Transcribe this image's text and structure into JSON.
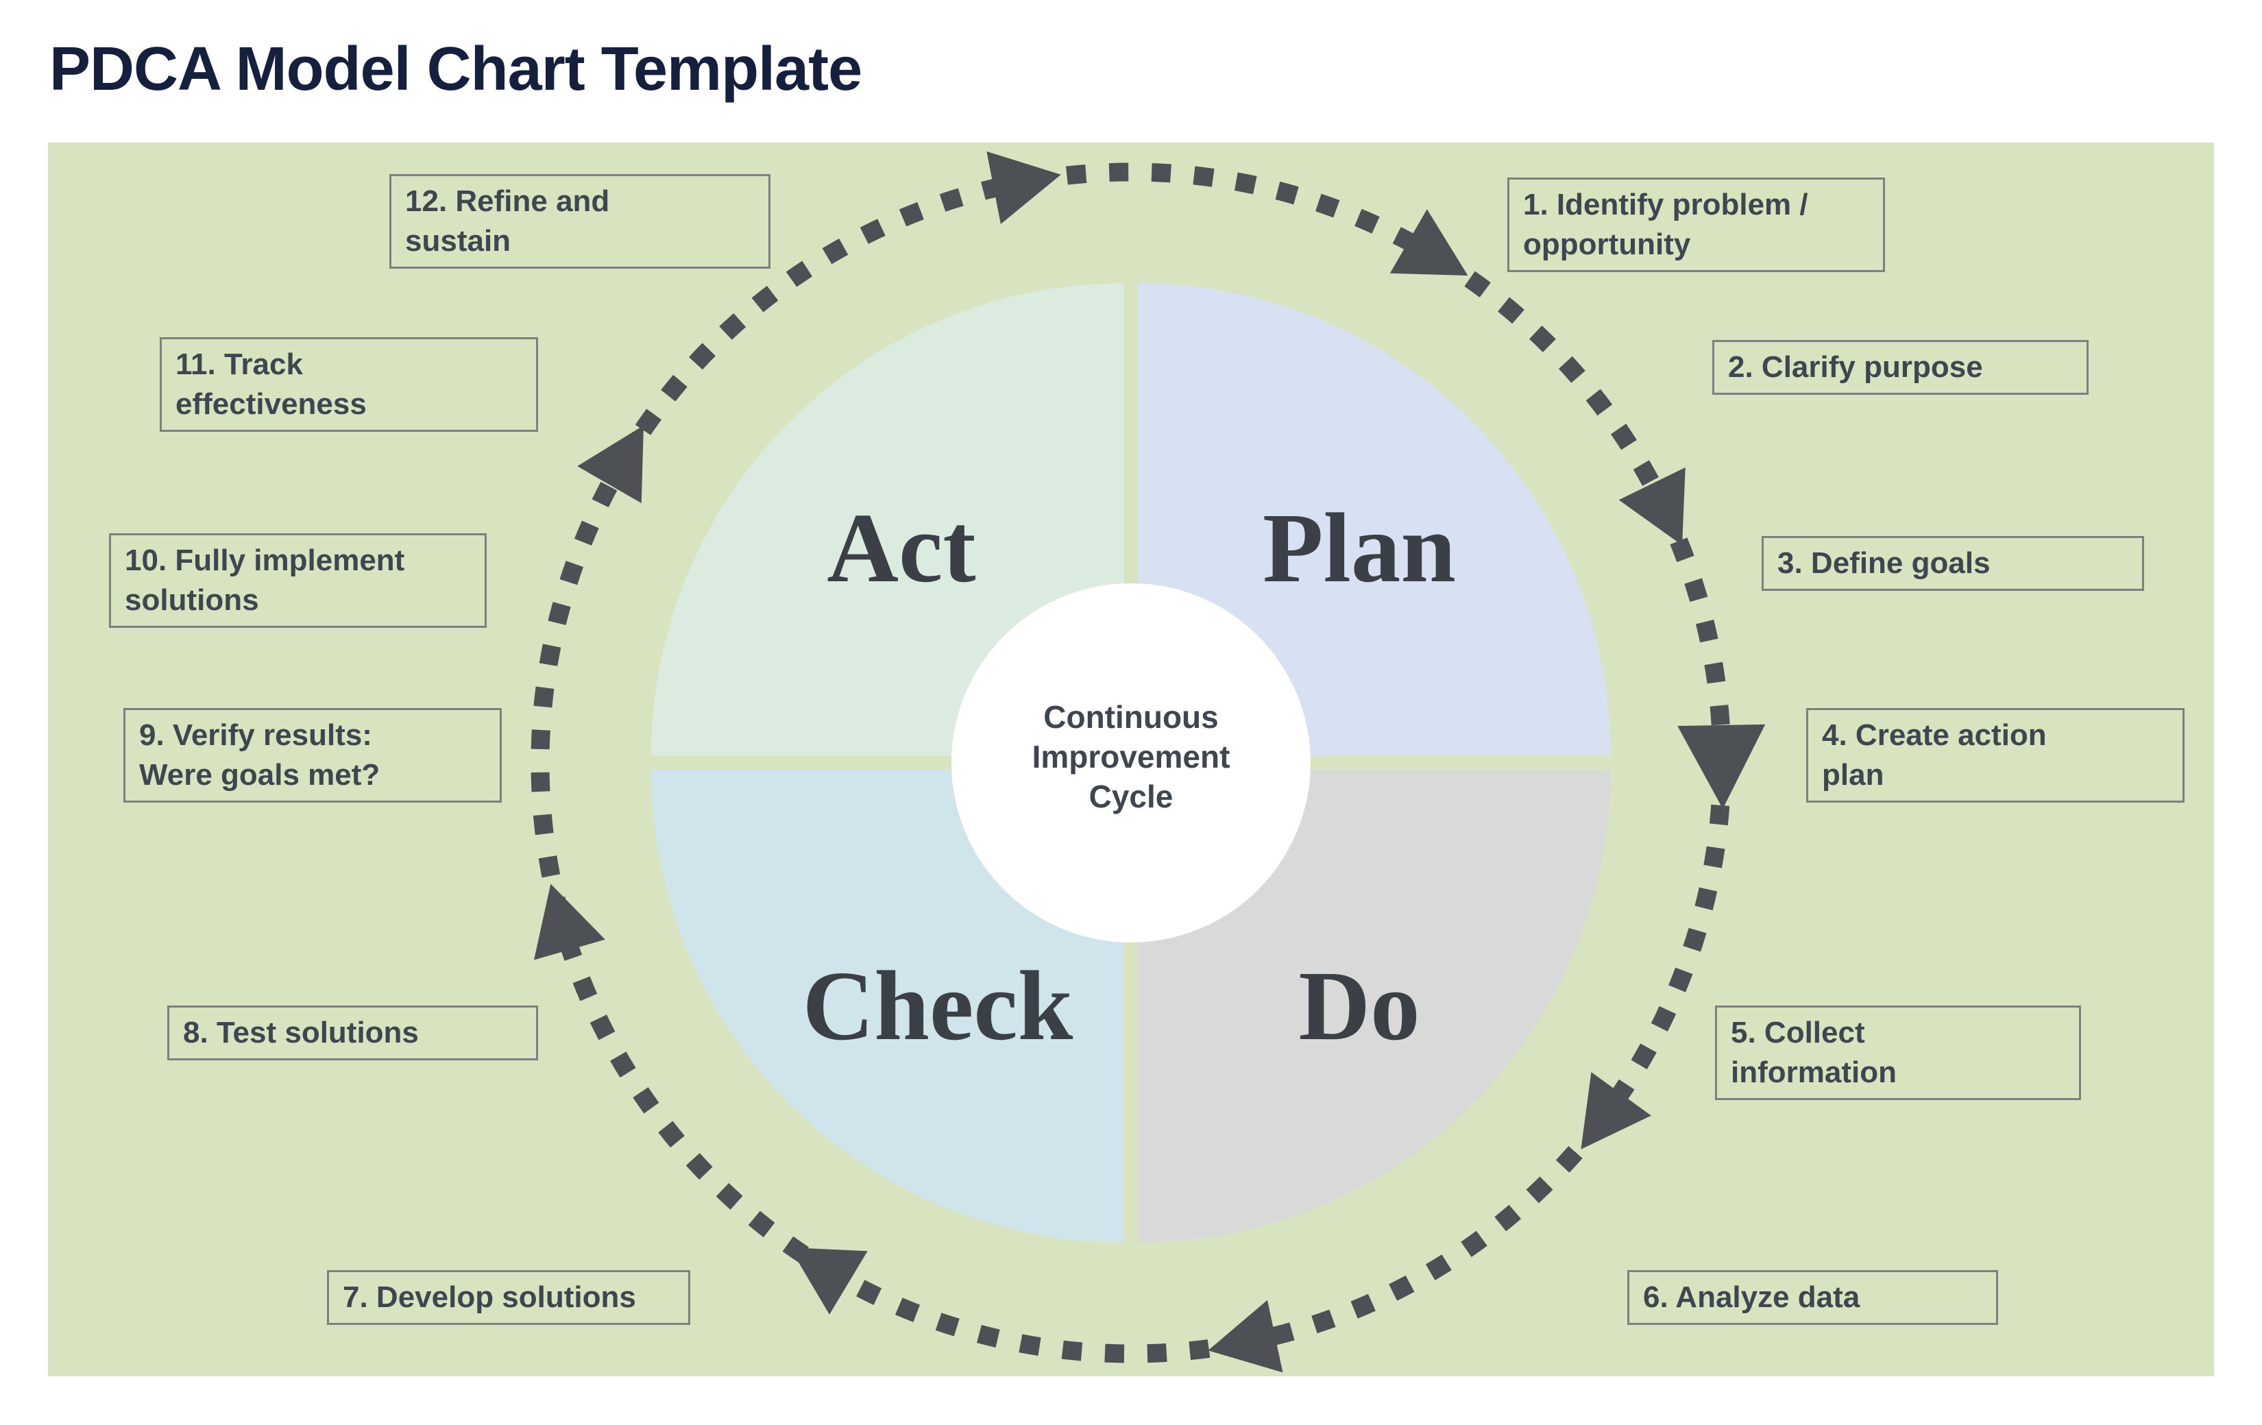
{
  "page": {
    "title": "PDCA Model Chart Template"
  },
  "cycle": {
    "quadrants": [
      {
        "label": "Act"
      },
      {
        "label": "Plan"
      },
      {
        "label": "Check"
      },
      {
        "label": "Do"
      }
    ],
    "center_label": "Continuous\nImprovement\nCycle",
    "direction": "clockwise"
  },
  "steps": [
    {
      "label": "1. Identify problem /\nopportunity"
    },
    {
      "label": "2. Clarify purpose"
    },
    {
      "label": "3. Define goals"
    },
    {
      "label": "4. Create action\nplan"
    },
    {
      "label": "5. Collect\ninformation"
    },
    {
      "label": "6. Analyze data"
    },
    {
      "label": "7. Develop solutions"
    },
    {
      "label": "8. Test solutions"
    },
    {
      "label": "9. Verify results:\nWere goals met?"
    },
    {
      "label": "10. Fully implement\nsolutions"
    },
    {
      "label": "11. Track\neffectiveness"
    },
    {
      "label": "12. Refine and\nsustain"
    }
  ],
  "colors": {
    "panel_green": "#d8e4bf",
    "act_green": "#dcebe0",
    "plan_blue": "#d8e1f2",
    "check_cyan": "#d0e4eb",
    "do_gray": "#d9d9d9",
    "arrow_gray": "#4d5156",
    "box_border_gray": "#7f7f7f",
    "text_dark": "#3f4650",
    "title_navy": "#15203f"
  }
}
